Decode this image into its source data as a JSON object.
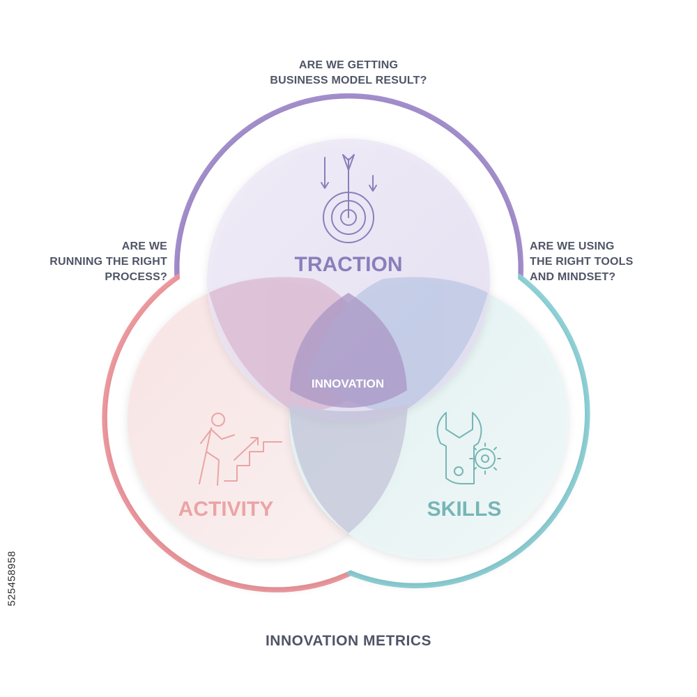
{
  "questions": {
    "top": [
      "ARE WE GETTING",
      "BUSINESS MODEL RESULT?"
    ],
    "left": [
      "ARE WE",
      "RUNNING THE RIGHT",
      "PROCESS?"
    ],
    "right": [
      "ARE WE USING",
      "THE RIGHT TOOLS",
      "AND MINDSET?"
    ]
  },
  "circles": {
    "traction": {
      "label": "TRACTION",
      "icon": "target-arrow-icon",
      "color": "#a48fcd",
      "label_color": "#8b7ebb"
    },
    "activity": {
      "label": "ACTIVITY",
      "icon": "person-climbing-stairs-icon",
      "color": "#f09aa0",
      "label_color": "#eba4a4"
    },
    "skills": {
      "label": "SKILLS",
      "icon": "wrench-gear-icon",
      "color": "#8fd3d8",
      "label_color": "#76b5b5"
    }
  },
  "center_label": "INNOVATION",
  "footer_title": "INNOVATION METRICS",
  "watermark_id": "525458958"
}
